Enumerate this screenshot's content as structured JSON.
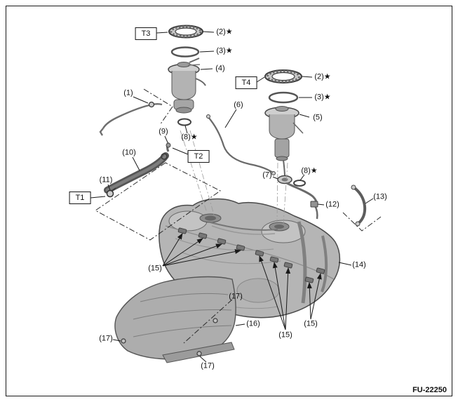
{
  "diagram": {
    "code": "FU-22250",
    "section_labels": {
      "t1": "T1",
      "t2": "T2",
      "t3": "T3",
      "t4": "T4"
    },
    "callouts": {
      "c1": "(1)",
      "c2a": "(2)★",
      "c3a": "(3)★",
      "c4": "(4)",
      "c2b": "(2)★",
      "c3b": "(3)★",
      "c5": "(5)",
      "c6": "(6)",
      "c7": "(7)",
      "c8a": "(8)★",
      "c8b": "(8)★",
      "c9": "(9)",
      "c10": "(10)",
      "c11": "(11)",
      "c12": "(12)",
      "c13": "(13)",
      "c14": "(14)",
      "c15a": "(15)",
      "c15b": "(15)",
      "c15c": "(15)",
      "c16": "(16)",
      "c17a": "(17)",
      "c17b": "(17)",
      "c17c": "(17)"
    }
  }
}
